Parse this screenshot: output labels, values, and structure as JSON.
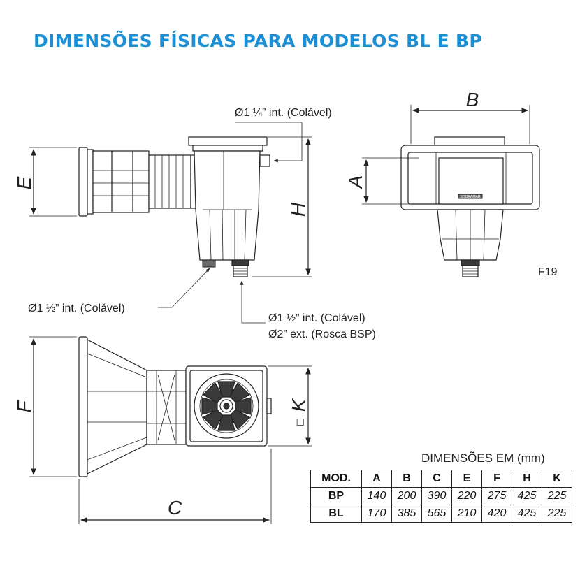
{
  "title": "DIMENSÕES FÍSICAS PARA MODELOS BL E BP",
  "figure_code": "F19",
  "labels": {
    "inlet_top": "Ø1 ¼” int. (Colável)",
    "inlet_left": "Ø1 ½” int. (Colável)",
    "outlet_line1": "Ø1 ½” int. (Colável)",
    "outlet_line2": "Ø2” ext. (Rosca BSP)"
  },
  "dimension_letters": {
    "A": "A",
    "B": "B",
    "C": "C",
    "E": "E",
    "F": "F",
    "H": "H",
    "K": "K"
  },
  "square_symbol": "□",
  "brand_plate": "SODRAMAR",
  "table": {
    "title": "DIMENSÕES EM (mm)",
    "headers": [
      "MOD.",
      "A",
      "B",
      "C",
      "E",
      "F",
      "H",
      "K"
    ],
    "rows": [
      [
        "BP",
        "140",
        "200",
        "390",
        "220",
        "275",
        "425",
        "225"
      ],
      [
        "BL",
        "170",
        "385",
        "565",
        "210",
        "420",
        "425",
        "225"
      ]
    ]
  }
}
